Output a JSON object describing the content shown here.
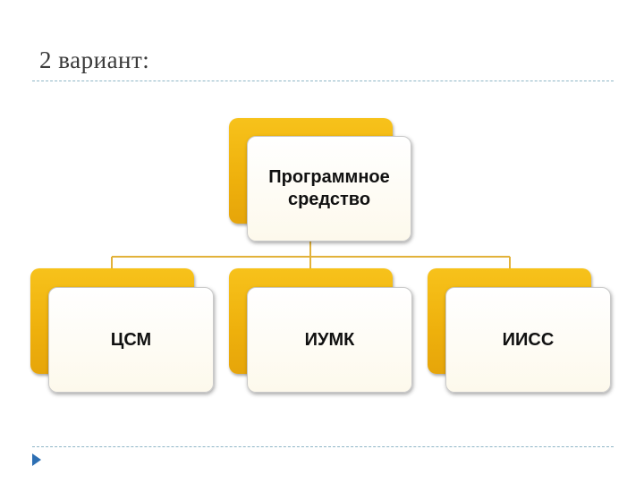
{
  "slide": {
    "title": "2 вариант:"
  },
  "diagram": {
    "root": {
      "line1": "Программное",
      "line2": "средство"
    },
    "children": [
      {
        "label": "ЦСМ"
      },
      {
        "label": "ИУМК"
      },
      {
        "label": "ИИСС"
      }
    ]
  },
  "colors": {
    "back_box": "#f2b410",
    "connector": "#e2b23a",
    "rule": "#8fb6c6",
    "bullet": "#2d6fb3"
  }
}
